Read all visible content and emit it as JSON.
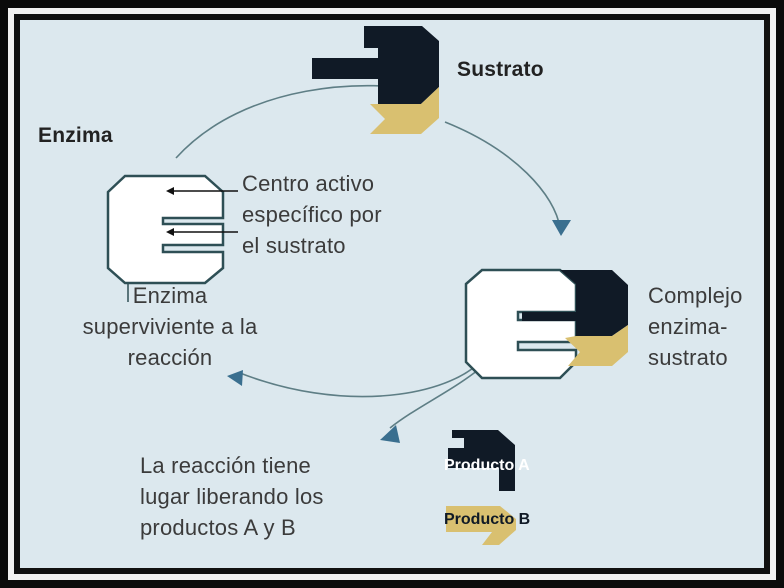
{
  "labels": {
    "substrate": "Sustrato",
    "enzyme": "Enzima",
    "active_site": [
      "Centro activo",
      "específico por",
      "el sustrato"
    ],
    "surviving_enzyme": [
      "Enzima",
      "superviviente a la",
      "reacción"
    ],
    "complex": [
      "Complejo",
      "enzima-",
      "sustrato"
    ],
    "reaction": [
      "La reacción tiene",
      "lugar liberando los",
      "productos A y B"
    ],
    "product_a": "Producto A",
    "product_b": "Producto B"
  },
  "colors": {
    "background": "#dce8ee",
    "enzyme_fill": "#ffffff",
    "enzyme_outline": "#2e4f55",
    "substrate_dark": "#101a26",
    "substrate_gold": "#d9c070",
    "cycle_line": "#5e7e85",
    "arrowhead": "#3a6f8f",
    "text": "#3b3b3b"
  }
}
